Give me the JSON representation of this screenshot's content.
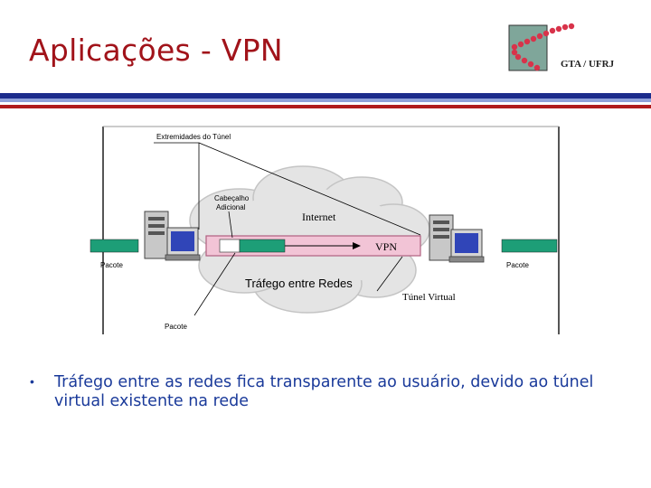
{
  "slide": {
    "title": "Aplicações - VPN",
    "logo_text": "GTA / UFRJ"
  },
  "diagram": {
    "tunnel_ends_label": "Extremidades do Túnel",
    "extra_header_label_line1": "Cabeçalho",
    "extra_header_label_line2": "Adicional",
    "internet_label": "Internet",
    "vpn_label": "VPN",
    "left_packet_label": "Pacote",
    "right_packet_label": "Pacote",
    "traffic_label": "Tráfego entre Redes",
    "virtual_tunnel_label": "Túnel Virtual",
    "bottom_packet_label": "Pacote"
  },
  "bullets": [
    "Tráfego entre as redes fica transparente ao usuário, devido ao túnel virtual existente na rede"
  ],
  "colors": {
    "title": "#a1131a",
    "rule_blue": "#1c2c8c",
    "rule_red": "#b01a1a",
    "packet_green": "#1d9e77",
    "tunnel_pink": "#f2c4d6",
    "bullet_text": "#1a3a9a"
  }
}
